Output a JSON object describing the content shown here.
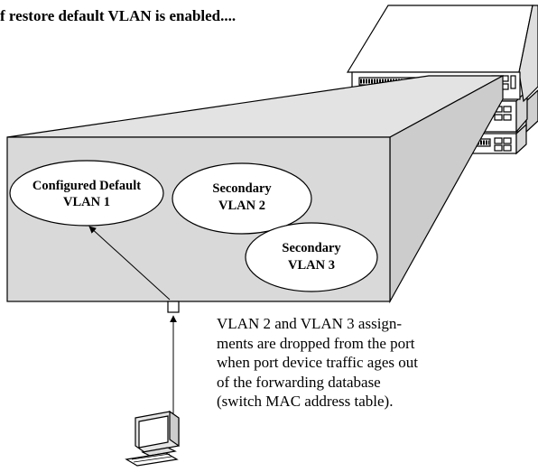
{
  "heading": "f restore default VLAN is enabled....",
  "vlans": {
    "default": {
      "line1": "Configured Default",
      "line2": "VLAN 1"
    },
    "secondary2": {
      "line1": "Secondary",
      "line2": "VLAN 2"
    },
    "secondary3": {
      "line1": "Secondary",
      "line2": "VLAN 3"
    }
  },
  "caption_lines": [
    "VLAN 2 and VLAN 3 assign-",
    "ments are dropped from the port",
    "when port device traffic ages out",
    "of the forwarding database",
    "(switch MAC address table)."
  ],
  "colors": {
    "box_face": "#d9d9d9",
    "box_top": "#e3e3e3",
    "box_side": "#cccccc",
    "stroke": "#000000"
  }
}
